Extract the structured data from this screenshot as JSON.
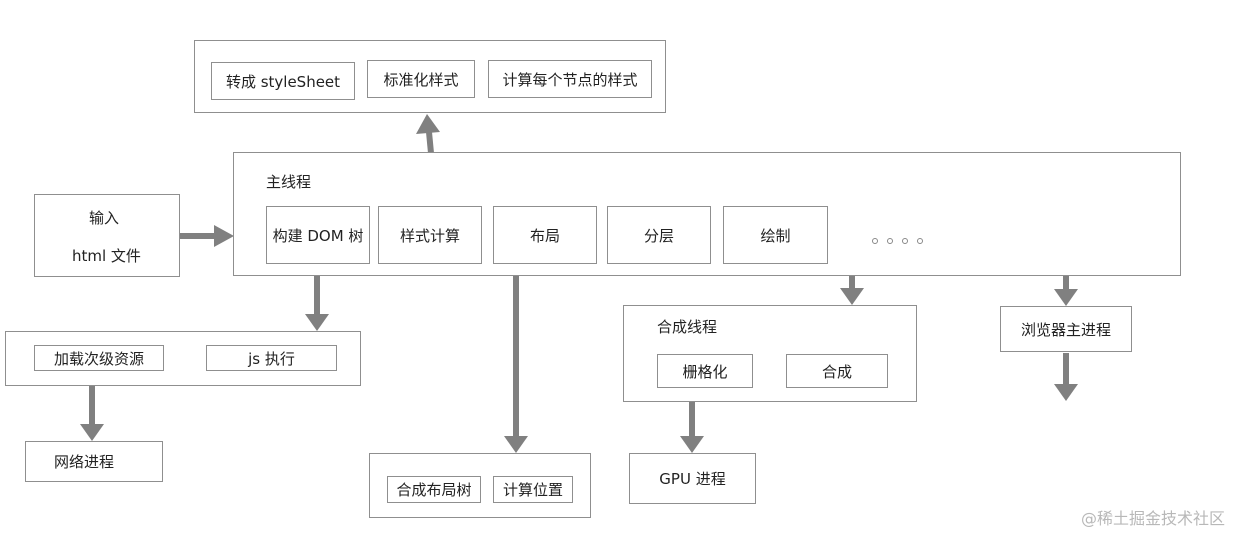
{
  "style_group": {
    "items": [
      "转成 styleSheet",
      "标准化样式",
      "计算每个节点的样式"
    ]
  },
  "input": {
    "line1": "输入",
    "line2": "html 文件"
  },
  "main_thread": {
    "title": "主线程",
    "steps": [
      "构建 DOM 树",
      "样式计算",
      "布局",
      "分层",
      "绘制"
    ],
    "ellipsis": "。。。。"
  },
  "load_group": {
    "items": [
      "加载次级资源",
      "js 执行"
    ]
  },
  "network_process": "网络进程",
  "layout_group": {
    "items": [
      "合成布局树",
      "计算位置"
    ]
  },
  "composite_thread": {
    "title": "合成线程",
    "items": [
      "栅格化",
      "合成"
    ]
  },
  "gpu_process": "GPU 进程",
  "browser_main_process": "浏览器主进程",
  "watermark": "@稀土掘金技术社区",
  "colors": {
    "arrow": "#808080",
    "border": "#8f8f8f"
  }
}
